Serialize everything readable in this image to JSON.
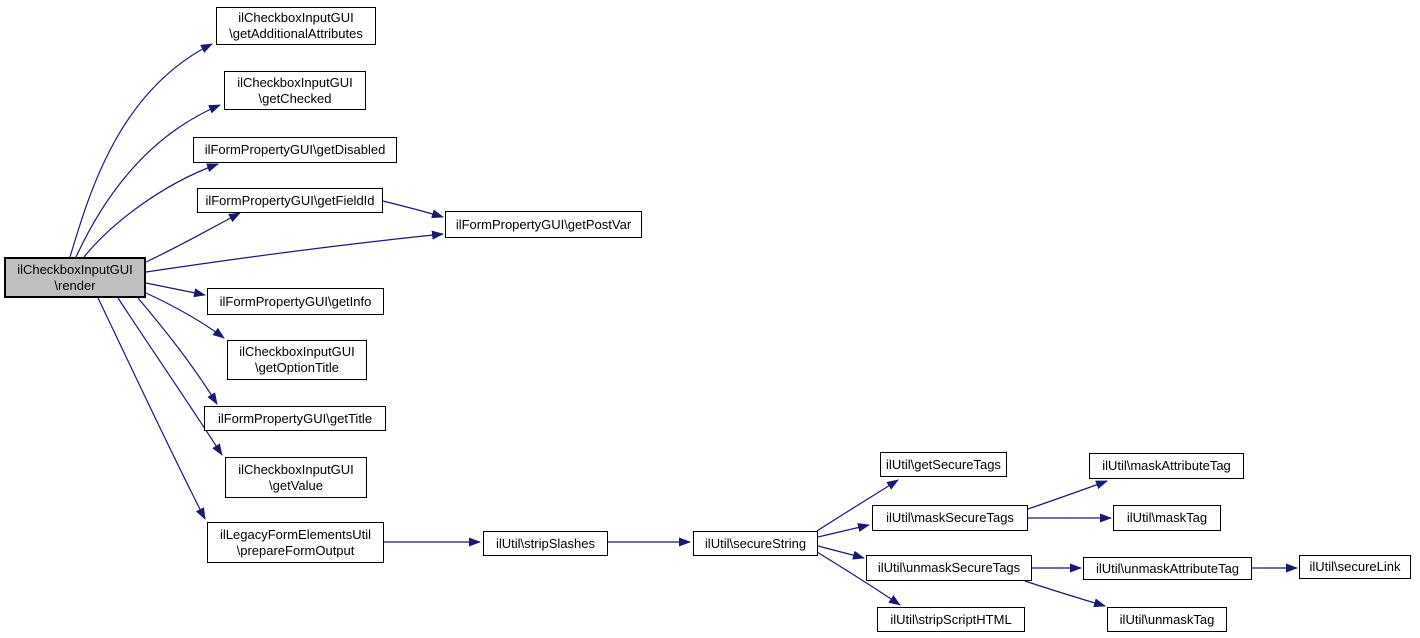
{
  "theme": {
    "background": "#ffffff",
    "edge_color": "#191970",
    "node_border_color": "#000000",
    "node_fill": "#ffffff",
    "highlight_fill": "#bfbfbf",
    "text_color": "#000000"
  },
  "diagram_type": "call-graph",
  "nodes": {
    "render": {
      "line1": "ilCheckboxInputGUI",
      "line2": "\\render",
      "highlighted": true
    },
    "getAdditionalAttributes": {
      "line1": "ilCheckboxInputGUI",
      "line2": "\\getAdditionalAttributes"
    },
    "getChecked": {
      "line1": "ilCheckboxInputGUI",
      "line2": "\\getChecked"
    },
    "getDisabled": {
      "line1": "ilFormPropertyGUI\\getDisabled"
    },
    "getFieldId": {
      "line1": "ilFormPropertyGUI\\getFieldId"
    },
    "getPostVar": {
      "line1": "ilFormPropertyGUI\\getPostVar"
    },
    "getInfo": {
      "line1": "ilFormPropertyGUI\\getInfo"
    },
    "getOptionTitle": {
      "line1": "ilCheckboxInputGUI",
      "line2": "\\getOptionTitle"
    },
    "getTitle": {
      "line1": "ilFormPropertyGUI\\getTitle"
    },
    "getValue": {
      "line1": "ilCheckboxInputGUI",
      "line2": "\\getValue"
    },
    "prepareFormOutput": {
      "line1": "ilLegacyFormElementsUtil",
      "line2": "\\prepareFormOutput"
    },
    "stripSlashes": {
      "line1": "ilUtil\\stripSlashes"
    },
    "secureString": {
      "line1": "ilUtil\\secureString"
    },
    "getSecureTags": {
      "line1": "ilUtil\\getSecureTags"
    },
    "maskSecureTags": {
      "line1": "ilUtil\\maskSecureTags"
    },
    "maskAttributeTag": {
      "line1": "ilUtil\\maskAttributeTag"
    },
    "maskTag": {
      "line1": "ilUtil\\maskTag"
    },
    "unmaskSecureTags": {
      "line1": "ilUtil\\unmaskSecureTags"
    },
    "unmaskAttributeTag": {
      "line1": "ilUtil\\unmaskAttributeTag"
    },
    "secureLink": {
      "line1": "ilUtil\\secureLink"
    },
    "stripScriptHTML": {
      "line1": "ilUtil\\stripScriptHTML"
    },
    "unmaskTag": {
      "line1": "ilUtil\\unmaskTag"
    }
  },
  "edges": [
    "render->getAdditionalAttributes",
    "render->getChecked",
    "render->getDisabled",
    "render->getFieldId",
    "render->getPostVar",
    "render->getInfo",
    "render->getOptionTitle",
    "render->getTitle",
    "render->getValue",
    "render->prepareFormOutput",
    "getFieldId->getPostVar",
    "prepareFormOutput->stripSlashes",
    "stripSlashes->secureString",
    "secureString->getSecureTags",
    "secureString->maskSecureTags",
    "secureString->unmaskSecureTags",
    "secureString->stripScriptHTML",
    "maskSecureTags->maskAttributeTag",
    "maskSecureTags->maskTag",
    "unmaskSecureTags->unmaskAttributeTag",
    "unmaskSecureTags->unmaskTag",
    "unmaskAttributeTag->secureLink"
  ]
}
